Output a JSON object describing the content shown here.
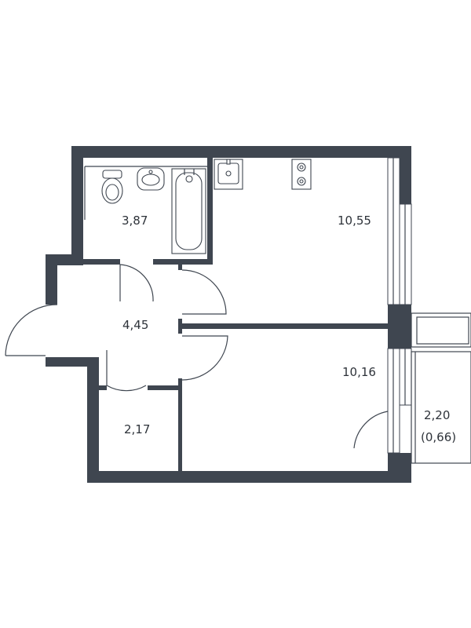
{
  "colors": {
    "wall": "#3f4650",
    "background": "#ffffff",
    "text": "#2e333a"
  },
  "rooms": {
    "bathroom": {
      "area": "3,87"
    },
    "kitchen": {
      "area": "10,55"
    },
    "hall": {
      "area": "4,45"
    },
    "bedroom": {
      "area": "10,16"
    },
    "storage": {
      "area": "2,17"
    },
    "balcony": {
      "area": "2,20",
      "reduced_area": "(0,66)"
    }
  },
  "fixtures": [
    "toilet-icon",
    "sink-icon",
    "bathtub-icon",
    "kitchen-sink-icon",
    "stove-icon"
  ]
}
